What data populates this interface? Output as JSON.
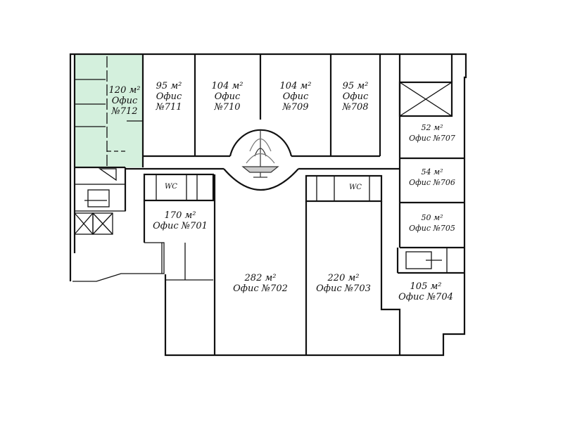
{
  "floor_plan": {
    "highlight_color": "#d4f0dd",
    "wall_color": "#111111",
    "offices": [
      {
        "id": "712",
        "area": "120 м²",
        "type": "Офис",
        "number": "№712",
        "highlighted": true
      },
      {
        "id": "711",
        "area": "95 м²",
        "type": "Офис",
        "number": "№711",
        "highlighted": false
      },
      {
        "id": "710",
        "area": "104 м²",
        "type": "Офис",
        "number": "№710",
        "highlighted": false
      },
      {
        "id": "709",
        "area": "104 м²",
        "type": "Офис",
        "number": "№709",
        "highlighted": false
      },
      {
        "id": "708",
        "area": "95 м²",
        "type": "Офис",
        "number": "№708",
        "highlighted": false
      },
      {
        "id": "707",
        "area": "52 м²",
        "type": "Офис",
        "number": "№707",
        "highlighted": false
      },
      {
        "id": "706",
        "area": "54 м²",
        "type": "Офис",
        "number": "№706",
        "highlighted": false
      },
      {
        "id": "705",
        "area": "50 м²",
        "type": "Офис",
        "number": "№705",
        "highlighted": false
      },
      {
        "id": "704",
        "area": "105 м²",
        "type": "Офис",
        "number": "№704",
        "highlighted": false
      },
      {
        "id": "703",
        "area": "220 м²",
        "type": "Офис",
        "number": "№703",
        "highlighted": false
      },
      {
        "id": "702",
        "area": "282 м²",
        "type": "Офис",
        "number": "№702",
        "highlighted": false
      },
      {
        "id": "701",
        "area": "170 м²",
        "type": "Офис",
        "number": "№701",
        "highlighted": false
      }
    ],
    "wc_labels": [
      "WC",
      "WC"
    ]
  }
}
